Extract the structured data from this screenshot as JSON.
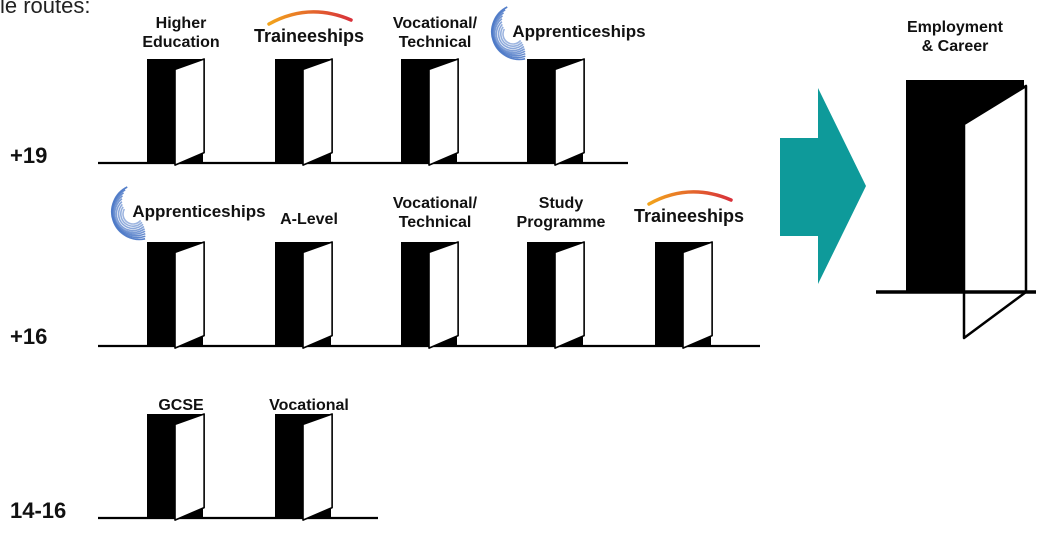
{
  "intro_text": "le routes:",
  "colors": {
    "door_black": "#000000",
    "door_white": "#ffffff",
    "arrow": "#0e9a9a",
    "tr_arc_left": "#f2a41c",
    "tr_arc_right": "#d8313a",
    "appr_swoosh": "#4d79c7"
  },
  "rows": [
    {
      "age": "+19",
      "doors": [
        {
          "label": "Higher\nEducation",
          "kind": "text"
        },
        {
          "label": "Traineeships",
          "kind": "traineeships-logo"
        },
        {
          "label": "Vocational/\nTechnical",
          "kind": "text"
        },
        {
          "label": "Apprenticeships",
          "kind": "apprenticeships-logo"
        }
      ]
    },
    {
      "age": "+16",
      "doors": [
        {
          "label": "Apprenticeships",
          "kind": "apprenticeships-logo"
        },
        {
          "label": "A-Level",
          "kind": "text"
        },
        {
          "label": "Vocational/\nTechnical",
          "kind": "text"
        },
        {
          "label": "Study\nProgramme",
          "kind": "text"
        },
        {
          "label": "Traineeships",
          "kind": "traineeships-logo"
        }
      ]
    },
    {
      "age": "14-16",
      "doors": [
        {
          "label": "GCSE",
          "kind": "text"
        },
        {
          "label": "Vocational",
          "kind": "text"
        }
      ]
    }
  ],
  "destination": {
    "label": "Employment\n& Career"
  }
}
